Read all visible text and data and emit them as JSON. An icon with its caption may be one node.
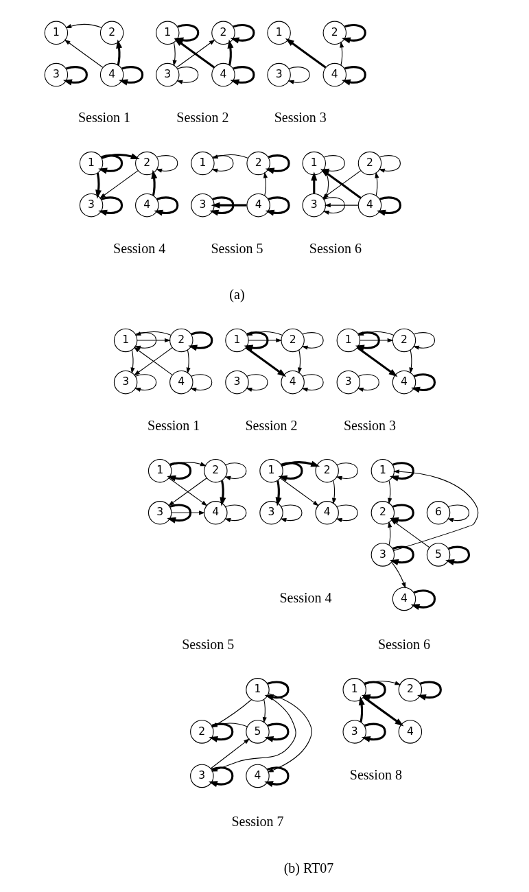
{
  "diagram": {
    "nodes": [
      {
        "text": [
          "1"
        ]
      },
      {
        "text": [
          "2"
        ]
      },
      {
        "text": [
          "3"
        ]
      },
      {
        "text": [
          "4"
        ]
      },
      {
        "text": [
          "1"
        ]
      },
      {
        "text": [
          "2"
        ]
      },
      {
        "text": [
          "3"
        ]
      },
      {
        "text": [
          "4"
        ]
      },
      {
        "text": [
          "1"
        ]
      },
      {
        "text": [
          "2"
        ]
      },
      {
        "text": [
          "3"
        ]
      },
      {
        "text": [
          "4"
        ]
      },
      {
        "text": [
          "1"
        ]
      },
      {
        "text": [
          "2"
        ]
      },
      {
        "text": [
          "3"
        ]
      },
      {
        "text": [
          "4"
        ]
      },
      {
        "text": [
          "1"
        ]
      },
      {
        "text": [
          "2"
        ]
      },
      {
        "text": [
          "3"
        ]
      },
      {
        "text": [
          "4"
        ]
      },
      {
        "text": [
          "1"
        ]
      },
      {
        "text": [
          "2"
        ]
      },
      {
        "text": [
          "3"
        ]
      },
      {
        "text": [
          "4"
        ]
      },
      {
        "text": [
          "1"
        ]
      },
      {
        "text": [
          "2"
        ]
      },
      {
        "text": [
          "3"
        ]
      },
      {
        "text": [
          "4"
        ]
      },
      {
        "text": [
          "1"
        ]
      },
      {
        "text": [
          "2"
        ]
      },
      {
        "text": [
          "3"
        ]
      },
      {
        "text": [
          "4"
        ]
      },
      {
        "text": [
          "1"
        ]
      },
      {
        "text": [
          "2"
        ]
      },
      {
        "text": [
          "3"
        ]
      },
      {
        "text": [
          "4"
        ]
      },
      {
        "text": [
          "1"
        ]
      },
      {
        "text": [
          "2"
        ]
      },
      {
        "text": [
          "3"
        ]
      },
      {
        "text": [
          "4"
        ]
      },
      {
        "text": [
          "1"
        ]
      },
      {
        "text": [
          "2"
        ]
      },
      {
        "text": [
          "3"
        ]
      },
      {
        "text": [
          "4"
        ]
      },
      {
        "text": [
          "1"
        ]
      },
      {
        "text": [
          "2"
        ]
      },
      {
        "text": [
          "3"
        ]
      },
      {
        "text": [
          "4"
        ]
      },
      {
        "text": [
          "5"
        ]
      },
      {
        "text": [
          "6"
        ]
      },
      {
        "text": [
          "1"
        ]
      },
      {
        "text": [
          "2"
        ]
      },
      {
        "text": [
          "3"
        ]
      },
      {
        "text": [
          "4"
        ]
      },
      {
        "text": [
          "5"
        ]
      },
      {
        "text": [
          "1"
        ]
      },
      {
        "text": [
          "2"
        ]
      },
      {
        "text": [
          "3"
        ]
      },
      {
        "text": [
          "4"
        ]
      }
    ],
    "edges": [
      {
        "from": 1,
        "to": 0,
        "arrow": "to"
      },
      {
        "from": 3,
        "to": 0,
        "arrow": "to"
      },
      {
        "from": 3,
        "to": 1,
        "arrow": "to",
        "style": "thick"
      },
      {
        "from": 2,
        "to": 2,
        "arrow": "to",
        "style": "thick"
      },
      {
        "from": 3,
        "to": 3,
        "arrow": "to",
        "style": "thick"
      },
      {
        "from": 4,
        "to": 4,
        "arrow": "to",
        "style": "thick"
      },
      {
        "from": 5,
        "to": 5,
        "arrow": "to",
        "style": "thick"
      },
      {
        "from": 4,
        "to": 6,
        "arrow": "to"
      },
      {
        "from": 6,
        "to": 5,
        "arrow": "to"
      },
      {
        "from": 7,
        "to": 4,
        "arrow": "to",
        "style": "thick"
      },
      {
        "from": 7,
        "to": 5,
        "arrow": "to",
        "style": "thick"
      },
      {
        "from": 6,
        "to": 6,
        "arrow": "to"
      },
      {
        "from": 7,
        "to": 7,
        "arrow": "to",
        "style": "thick"
      },
      {
        "from": 9,
        "to": 9,
        "arrow": "to",
        "style": "thick"
      },
      {
        "from": 11,
        "to": 8,
        "arrow": "to",
        "style": "thick"
      },
      {
        "from": 11,
        "to": 9,
        "arrow": "to"
      },
      {
        "from": 10,
        "to": 10,
        "arrow": "to"
      },
      {
        "from": 11,
        "to": 11,
        "arrow": "to",
        "style": "thick"
      },
      {
        "from": 12,
        "to": 12,
        "arrow": "to",
        "style": "thick"
      },
      {
        "from": 13,
        "to": 13,
        "arrow": "to"
      },
      {
        "from": 12,
        "to": 13,
        "arrow": "to",
        "style": "thick"
      },
      {
        "from": 12,
        "to": 14,
        "arrow": "to",
        "style": "thick"
      },
      {
        "from": 13,
        "to": 14,
        "arrow": "to"
      },
      {
        "from": 15,
        "to": 13,
        "arrow": "to",
        "style": "thick"
      },
      {
        "from": 14,
        "to": 14,
        "arrow": "to",
        "style": "thick"
      },
      {
        "from": 15,
        "to": 15,
        "arrow": "to",
        "style": "thick"
      },
      {
        "from": 16,
        "to": 16,
        "arrow": "to"
      },
      {
        "from": 17,
        "to": 17,
        "arrow": "to",
        "style": "thick"
      },
      {
        "from": 17,
        "to": 16,
        "arrow": "to"
      },
      {
        "from": 19,
        "to": 17,
        "arrow": "to"
      },
      {
        "from": 19,
        "to": 18,
        "arrow": "to",
        "style": "thick"
      },
      {
        "from": 18,
        "to": 18,
        "arrow": "to",
        "style": "thick"
      },
      {
        "from": 19,
        "to": 19,
        "arrow": "to",
        "style": "thick"
      },
      {
        "from": 20,
        "to": 20,
        "arrow": "to"
      },
      {
        "from": 21,
        "to": 21,
        "arrow": "to"
      },
      {
        "from": 22,
        "to": 20,
        "arrow": "to",
        "style": "thick"
      },
      {
        "from": 20,
        "to": 22,
        "arrow": "to"
      },
      {
        "from": 21,
        "to": 22,
        "arrow": "to"
      },
      {
        "from": 23,
        "to": 20,
        "arrow": "to",
        "style": "thick"
      },
      {
        "from": 23,
        "to": 21,
        "arrow": "to"
      },
      {
        "from": 23,
        "to": 22,
        "arrow": "to"
      },
      {
        "from": 22,
        "to": 22,
        "arrow": "to"
      },
      {
        "from": 23,
        "to": 23,
        "arrow": "to",
        "style": "thick"
      },
      {
        "from": 24,
        "to": 24,
        "arrow": "to"
      },
      {
        "from": 25,
        "to": 25,
        "arrow": "to",
        "style": "thick"
      },
      {
        "from": 24,
        "to": 25,
        "arrow": "to"
      },
      {
        "from": 25,
        "to": 24,
        "arrow": "to"
      },
      {
        "from": 24,
        "to": 26,
        "arrow": "to"
      },
      {
        "from": 25,
        "to": 26,
        "arrow": "to"
      },
      {
        "from": 27,
        "to": 24,
        "arrow": "to"
      },
      {
        "from": 25,
        "to": 27,
        "arrow": "to"
      },
      {
        "from": 26,
        "to": 26,
        "arrow": "to"
      },
      {
        "from": 27,
        "to": 27,
        "arrow": "to"
      },
      {
        "from": 28,
        "to": 28,
        "arrow": "to",
        "style": "thick"
      },
      {
        "from": 29,
        "to": 29,
        "arrow": "to"
      },
      {
        "from": 28,
        "to": 29,
        "arrow": "to"
      },
      {
        "from": 29,
        "to": 28,
        "arrow": "to"
      },
      {
        "from": 28,
        "to": 31,
        "arrow": "to",
        "style": "thick"
      },
      {
        "from": 29,
        "to": 31,
        "arrow": "to"
      },
      {
        "from": 30,
        "to": 30,
        "arrow": "to"
      },
      {
        "from": 31,
        "to": 31,
        "arrow": "to"
      },
      {
        "from": 32,
        "to": 32,
        "arrow": "to",
        "style": "thick"
      },
      {
        "from": 33,
        "to": 33,
        "arrow": "to"
      },
      {
        "from": 32,
        "to": 33,
        "arrow": "to"
      },
      {
        "from": 33,
        "to": 32,
        "arrow": "to"
      },
      {
        "from": 32,
        "to": 35,
        "arrow": "to",
        "style": "thick"
      },
      {
        "from": 33,
        "to": 35,
        "arrow": "to"
      },
      {
        "from": 34,
        "to": 34,
        "arrow": "to"
      },
      {
        "from": 35,
        "to": 35,
        "arrow": "to",
        "style": "thick"
      },
      {
        "from": 36,
        "to": 36,
        "arrow": "to",
        "style": "thick"
      },
      {
        "from": 37,
        "to": 37,
        "arrow": "to"
      },
      {
        "from": 36,
        "to": 37,
        "arrow": "to",
        "style": "thick"
      },
      {
        "from": 36,
        "to": 38,
        "arrow": "to",
        "style": "thick"
      },
      {
        "from": 36,
        "to": 39,
        "arrow": "to"
      },
      {
        "from": 37,
        "to": 39,
        "arrow": "to"
      },
      {
        "from": 38,
        "to": 38,
        "arrow": "to"
      },
      {
        "from": 39,
        "to": 39,
        "arrow": "to"
      },
      {
        "from": 40,
        "to": 40,
        "arrow": "to",
        "style": "thick"
      },
      {
        "from": 41,
        "to": 41,
        "arrow": "to"
      },
      {
        "from": 40,
        "to": 41,
        "arrow": "to"
      },
      {
        "from": 40,
        "to": 43,
        "arrow": "to"
      },
      {
        "from": 41,
        "to": 42,
        "arrow": "to"
      },
      {
        "from": 41,
        "to": 43,
        "arrow": "to",
        "style": "thick"
      },
      {
        "from": 42,
        "to": 43,
        "arrow": "to"
      },
      {
        "from": 42,
        "to": 42,
        "arrow": "to",
        "style": "thick"
      },
      {
        "from": 43,
        "to": 43,
        "arrow": "to"
      },
      {
        "from": 44,
        "to": 44,
        "arrow": "to",
        "style": "thick"
      },
      {
        "from": 45,
        "to": 45,
        "arrow": "to",
        "style": "thick"
      },
      {
        "from": 44,
        "to": 45,
        "arrow": "to"
      },
      {
        "from": 46,
        "to": 45,
        "arrow": "to"
      },
      {
        "from": 46,
        "to": 44,
        "arrow": "to"
      },
      {
        "from": 46,
        "to": 47,
        "arrow": "to"
      },
      {
        "from": 48,
        "to": 45,
        "arrow": "to"
      },
      {
        "from": 46,
        "to": 46,
        "arrow": "to",
        "style": "thick"
      },
      {
        "from": 47,
        "to": 47,
        "arrow": "to",
        "style": "thick"
      },
      {
        "from": 48,
        "to": 48,
        "arrow": "to",
        "style": "thick"
      },
      {
        "from": 49,
        "to": 49,
        "arrow": "to"
      },
      {
        "from": 50,
        "to": 50,
        "arrow": "to",
        "style": "thick"
      },
      {
        "from": 51,
        "to": 51,
        "arrow": "to",
        "style": "thick"
      },
      {
        "from": 54,
        "to": 54,
        "arrow": "to",
        "style": "thick"
      },
      {
        "from": 52,
        "to": 52,
        "arrow": "to",
        "style": "thick"
      },
      {
        "from": 53,
        "to": 53,
        "arrow": "to",
        "style": "thick"
      },
      {
        "from": 50,
        "to": 51,
        "arrow": "to"
      },
      {
        "from": 50,
        "to": 54,
        "arrow": "to"
      },
      {
        "from": 50,
        "to": 52,
        "arrow": "to"
      },
      {
        "from": 50,
        "to": 53,
        "arrow": "to"
      },
      {
        "from": 54,
        "to": 51,
        "arrow": "to"
      },
      {
        "from": 52,
        "to": 54,
        "arrow": "to"
      },
      {
        "from": 55,
        "to": 55,
        "arrow": "to",
        "style": "thick"
      },
      {
        "from": 56,
        "to": 56,
        "arrow": "to",
        "style": "thick"
      },
      {
        "from": 55,
        "to": 56,
        "arrow": "to"
      },
      {
        "from": 57,
        "to": 55,
        "arrow": "to",
        "style": "thick"
      },
      {
        "from": 55,
        "to": 58,
        "arrow": "to",
        "style": "thick"
      },
      {
        "from": 57,
        "to": 57,
        "arrow": "to",
        "style": "thick"
      }
    ],
    "labels": [
      "Session 1",
      "Session 2",
      "Session 3",
      "Session 4",
      "Session 5",
      "Session 6",
      "(a)",
      "Session 1",
      "Session 2",
      "Session 3",
      "Session 4",
      "Session 5",
      "Session 6",
      "Session 7",
      "Session 8",
      "(b) RT07"
    ]
  }
}
